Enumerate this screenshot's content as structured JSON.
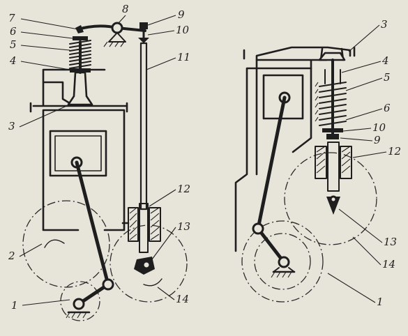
{
  "figure": {
    "left_mechanism": {
      "labels": [
        "1",
        "2",
        "3",
        "4",
        "5",
        "6",
        "7",
        "8",
        "9",
        "10",
        "11",
        "12",
        "13",
        "14"
      ]
    },
    "right_mechanism": {
      "labels": [
        "1",
        "3",
        "4",
        "5",
        "6",
        "9",
        "10",
        "12",
        "13",
        "14"
      ]
    }
  }
}
